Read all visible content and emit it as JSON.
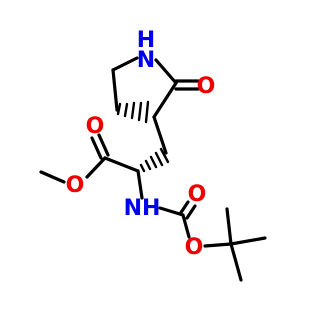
{
  "colors": {
    "bond": "#000000",
    "oxygen": "#ee0000",
    "nitrogen": "#0000ee",
    "background": "#ffffff"
  },
  "atoms": {
    "ring_nh_n": "N",
    "ring_nh_h": "H",
    "lactam_o": "O",
    "ester_carbonyl_o": "O",
    "ester_o": "O",
    "amine_n": "NH",
    "boc_carbonyl_o": "O",
    "boc_o": "O"
  }
}
